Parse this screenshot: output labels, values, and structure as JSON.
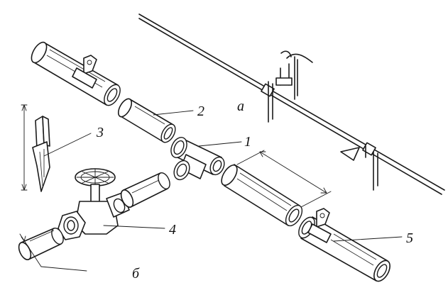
{
  "labels": {
    "view_a": "а",
    "view_b": "б",
    "callout_1": "1",
    "callout_2": "2",
    "callout_3": "3",
    "callout_4": "4",
    "callout_5": "5"
  },
  "colors": {
    "ink": "#1a1a1a",
    "background": "#ffffff"
  },
  "icons": {
    "tee": "tee-fitting-icon",
    "valve": "gate-valve-icon",
    "clamp": "pipe-clamp-icon",
    "stake": "ground-stake-icon"
  }
}
